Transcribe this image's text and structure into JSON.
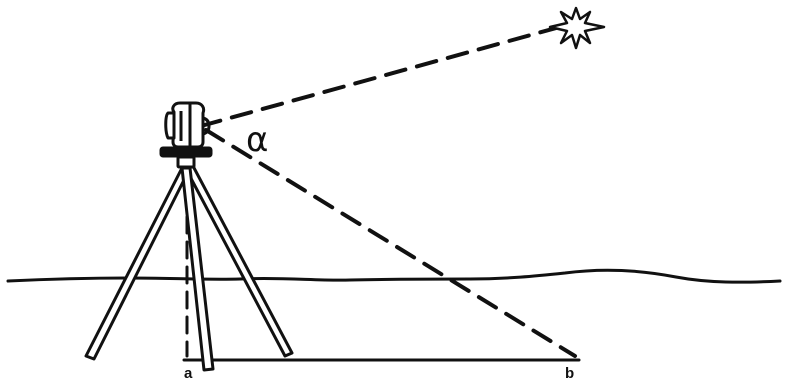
{
  "labels": {
    "angle": "α",
    "point_a": "a",
    "point_b": "b"
  },
  "elements": {
    "ground_line": "ground",
    "instrument": "theodolite",
    "support": "tripod",
    "target": "star"
  },
  "colors": {
    "ink": "#111111",
    "background": "#ffffff"
  }
}
